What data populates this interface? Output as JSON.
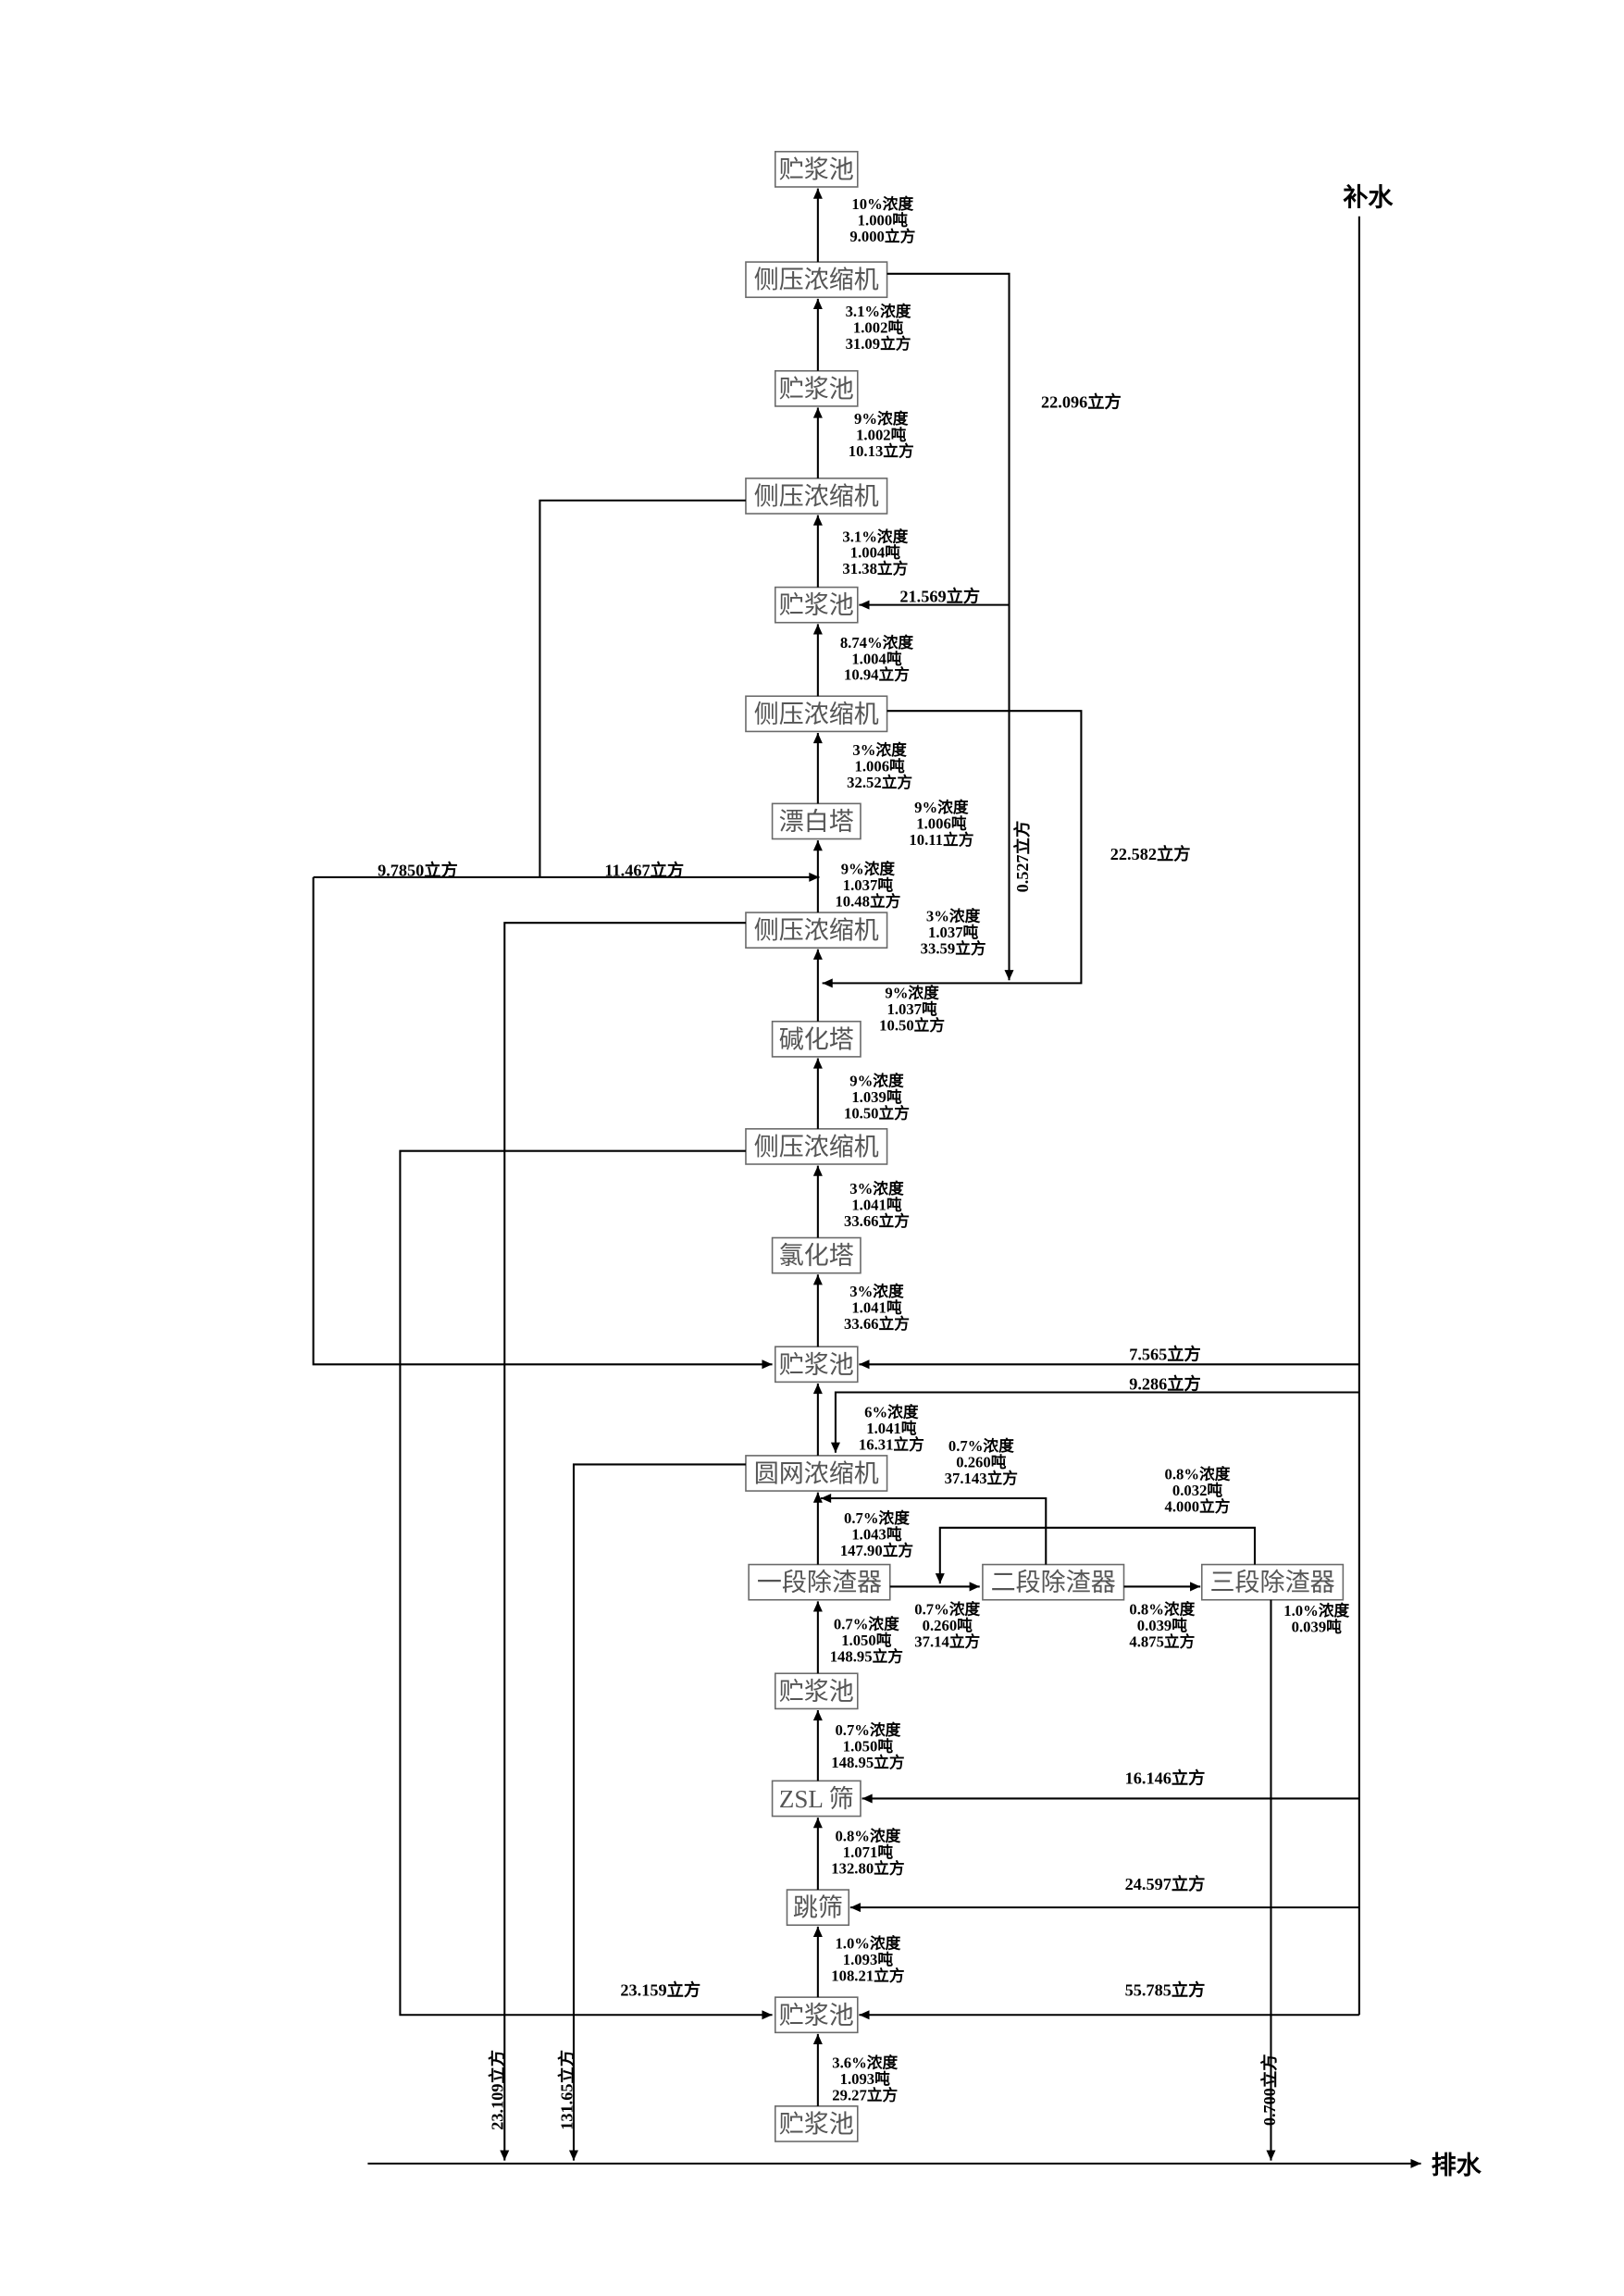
{
  "water": {
    "makeup_label": "补水",
    "drain_label": "排水"
  },
  "units": [
    "贮浆池",
    "侧压浓缩机",
    "贮浆池",
    "侧压浓缩机",
    "贮浆池",
    "侧压浓缩机",
    "漂白塔",
    "侧压浓缩机",
    "碱化塔",
    "侧压浓缩机",
    "氯化塔",
    "贮浆池",
    "圆网浓缩机",
    "一段除渣器",
    "二段除渣器",
    "三段除渣器",
    "贮浆池",
    "ZSL 筛",
    "跳筛",
    "贮浆池",
    "贮浆池"
  ],
  "streams": [
    {
      "consistency": "10%浓度",
      "mass": "1.000吨",
      "volume": "9.000立方"
    },
    {
      "consistency": "3.1%浓度",
      "mass": "1.002吨",
      "volume": "31.09立方"
    },
    {
      "consistency": "9%浓度",
      "mass": "1.002吨",
      "volume": "10.13立方"
    },
    {
      "consistency": "3.1%浓度",
      "mass": "1.004吨",
      "volume": "31.38立方"
    },
    {
      "consistency": "8.74%浓度",
      "mass": "1.004吨",
      "volume": "10.94立方"
    },
    {
      "consistency": "3%浓度",
      "mass": "1.006吨",
      "volume": "32.52立方"
    },
    {
      "consistency": "9%浓度",
      "mass": "1.006吨",
      "volume": "10.11立方"
    },
    {
      "consistency": "9%浓度",
      "mass": "1.037吨",
      "volume": "10.48立方"
    },
    {
      "consistency": "3%浓度",
      "mass": "1.037吨",
      "volume": "33.59立方"
    },
    {
      "consistency": "9%浓度",
      "mass": "1.037吨",
      "volume": "10.50立方"
    },
    {
      "consistency": "9%浓度",
      "mass": "1.039吨",
      "volume": "10.50立方"
    },
    {
      "consistency": "3%浓度",
      "mass": "1.041吨",
      "volume": "33.66立方"
    },
    {
      "consistency": "3%浓度",
      "mass": "1.041吨",
      "volume": "33.66立方"
    },
    {
      "consistency": "6%浓度",
      "mass": "1.041吨",
      "volume": "16.31立方"
    },
    {
      "consistency": "0.7%浓度",
      "mass": "0.260吨",
      "volume": "37.143立方"
    },
    {
      "consistency": "0.8%浓度",
      "mass": "0.032吨",
      "volume": "4.000立方"
    },
    {
      "consistency": "0.7%浓度",
      "mass": "1.043吨",
      "volume": "147.90立方"
    },
    {
      "consistency": "0.7%浓度",
      "mass": "0.260吨",
      "volume": "37.14立方"
    },
    {
      "consistency": "0.8%浓度",
      "mass": "0.039吨",
      "volume": "4.875立方"
    },
    {
      "consistency": "1.0%浓度",
      "mass": "0.039吨"
    },
    {
      "consistency": "0.7%浓度",
      "mass": "1.050吨",
      "volume": "148.95立方"
    },
    {
      "consistency": "0.7%浓度",
      "mass": "1.050吨",
      "volume": "148.95立方"
    },
    {
      "consistency": "0.8%浓度",
      "mass": "1.071吨",
      "volume": "132.80立方"
    },
    {
      "consistency": "1.0%浓度",
      "mass": "1.093吨",
      "volume": "108.21立方"
    },
    {
      "consistency": "3.6%浓度",
      "mass": "1.093吨",
      "volume": "29.27立方"
    }
  ],
  "water_flows": [
    "22.096立方",
    "21.569立方",
    "0.527立方",
    "22.582立方",
    "11.467立方",
    "9.7850立方",
    "23.109立方",
    "23.159立方",
    "131.65立方",
    "7.565立方",
    "9.286立方",
    "16.146立方",
    "24.597立方",
    "55.785立方",
    "0.700立方"
  ]
}
